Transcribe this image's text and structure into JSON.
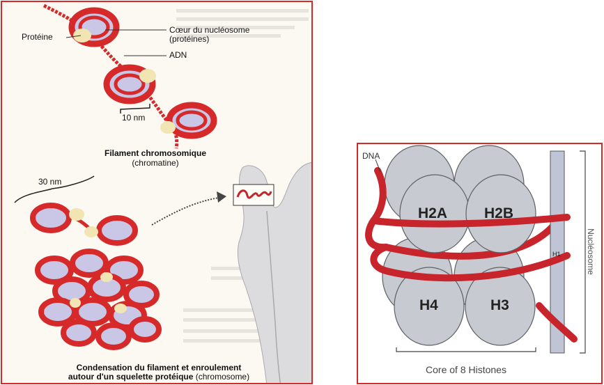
{
  "left_diagram": {
    "labels": {
      "proteine": "Protéine",
      "coeur_line1": "Cœur du nucléosome",
      "coeur_line2": "(protéines)",
      "adn": "ADN",
      "scale_10nm": "10 nm",
      "filament_title": "Filament chromosomique",
      "filament_subtitle": "(chromatine)",
      "scale_30nm": "30 nm",
      "condensation_line1": "Condensation du filament et enroulement",
      "condensation_line2_bold": "autour d'un squelette protéique",
      "condensation_line2_normal": " (chromosome)"
    },
    "colors": {
      "dna": "#d62a2a",
      "nucleosome": "#c9c6e6",
      "protein": "#f1e6b3",
      "chromosome": "#dcdcde"
    }
  },
  "right_diagram": {
    "histones": [
      "H2A",
      "H2B",
      "H4",
      "H3"
    ],
    "labels": {
      "dna": "DNA",
      "h1": "H1",
      "nucleosome": "Nucléosome",
      "core": "Core of 8 Histones"
    },
    "colors": {
      "histone": "#c7cbd1",
      "dna": "#c8242b",
      "h1": "#bfc5d4",
      "border": "#d62a2a"
    }
  }
}
